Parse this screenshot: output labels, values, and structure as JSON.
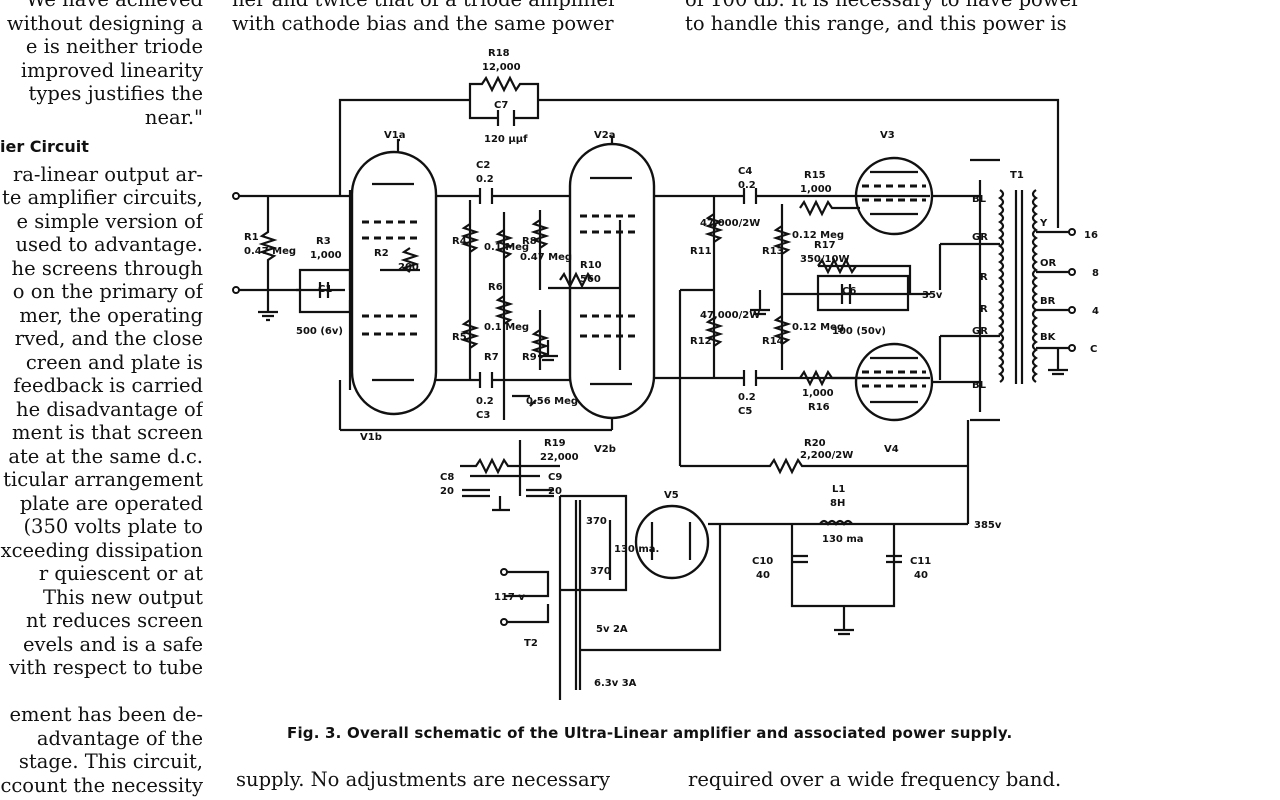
{
  "left_column": {
    "lines_before": [
      "We have achieved",
      "without designing a",
      "e is neither triode",
      "improved linearity",
      "types justifies the",
      "near.\""
    ],
    "heading": "ier Circuit",
    "lines_after": [
      "ra-linear output ar-",
      "te amplifier circuits,",
      "e simple version of",
      "used to advantage.",
      "he screens through",
      "o on the primary of",
      "mer, the operating",
      "rved, and the close",
      "creen and plate is",
      "feedback is carried",
      "he disadvantage of",
      "ment is that screen",
      "ate at the same d.c.",
      "ticular arrangement",
      "plate are operated",
      "(350 volts plate to",
      "xceeding dissipation",
      "r quiescent or at",
      "This new output",
      "nt reduces screen",
      "evels and is a safe",
      "vith respect to tube",
      "",
      "ement has been de-",
      "advantage of the",
      "stage. This circuit,",
      "ccount the necessity"
    ]
  },
  "top_middle": [
    "ner and twice that of a triode amplifier",
    "with cathode bias and the same power"
  ],
  "top_right": [
    "of 100 db. It is necessary to have power",
    "to handle this range, and this power is"
  ],
  "bottom_middle": [
    "supply. No adjustments are necessary"
  ],
  "bottom_right": [
    "required over a wide frequency band."
  ],
  "caption": "Fig. 3. Overall schematic of the Ultra-Linear amplifier and associated power supply.",
  "schematic_labels": {
    "r18": "R18",
    "r18_val": "12,000",
    "c7": "C7",
    "c7_val": "120 μμf",
    "v1a": "V1a",
    "v1b": "V1b",
    "v2a": "V2a",
    "v2b": "V2b",
    "v3": "V3",
    "v4": "V4",
    "v5": "V5",
    "t1": "T1",
    "t2": "T2",
    "r1": "R1",
    "r1_val": "0.47 Meg",
    "r2": "R2",
    "r2_val": "200",
    "r3": "R3",
    "r3_val": "1,000",
    "c1": "C1",
    "c1_val": "500 (6v)",
    "c2": "C2",
    "c2_val": "0.2",
    "c3": "C3",
    "c3_val": "0.2",
    "r4": "R4",
    "r4_val": "0.1 Meg",
    "r5": "R5",
    "r6": "R6",
    "r6_val": "0.1 Meg",
    "r7": "R7",
    "r8": "R8",
    "r8_val": "0.47 Meg",
    "r9": "R9",
    "r9_val": "0.56 Meg",
    "r10": "R10",
    "r10_val": "560",
    "r11": "R11",
    "r11_val": "47,000/2W",
    "r12": "R12",
    "r12_val": "47,000/2W",
    "c4": "C4",
    "c4_val": "0.2",
    "c5": "C5",
    "c5_val": "0.2",
    "r13": "R13",
    "r13_val": "0.12 Meg",
    "r14": "R14",
    "r14_val": "0.12 Meg",
    "r15": "R15",
    "r15_val": "1,000",
    "r16": "R16",
    "r16_val": "1,000",
    "r17": "R17",
    "r17_val": "350/10W",
    "c6": "C6",
    "c6_val": "100 (50v)",
    "v35": "35v",
    "bl": "BL",
    "gr": "GR",
    "r": "R",
    "y": "Y",
    "or": "OR",
    "br": "BR",
    "bk": "BK",
    "o16": "16",
    "o8": "8",
    "o4": "4",
    "oc": "C",
    "r19": "R19",
    "r19_val": "22,000",
    "r20": "R20",
    "r20_val": "2,200/2W",
    "c8": "C8",
    "c8_val": "20",
    "c9": "C9",
    "c9_val": "20",
    "l1": "L1",
    "l1_val": "8H",
    "l1_cur": "130 ma",
    "c10": "C10",
    "c10_val": "40",
    "c11": "C11",
    "c11_val": "40",
    "v385": "385v",
    "t2_370a": "370",
    "t2_370b": "370",
    "t2_ma": "130 ma.",
    "v117": "117 v",
    "v5v": "5v 2A",
    "v63": "6.3v 3A"
  }
}
